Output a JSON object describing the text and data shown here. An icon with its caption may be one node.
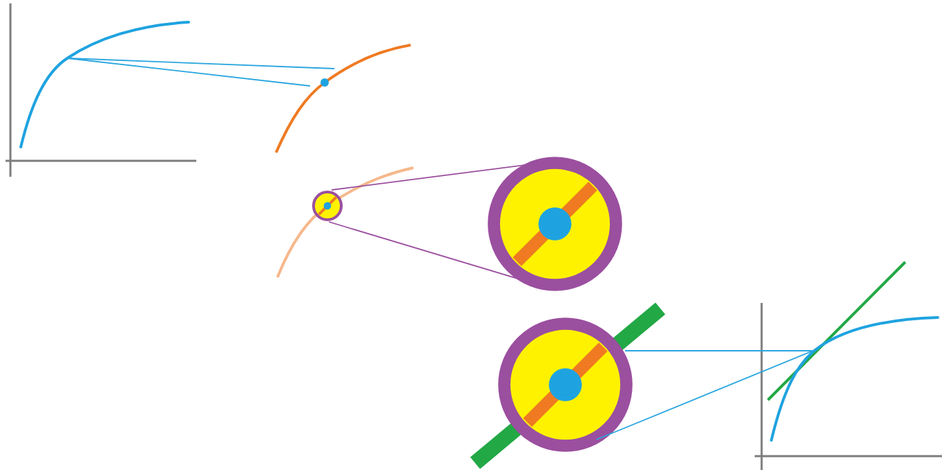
{
  "diagram": {
    "nodes": [
      {
        "text": [],
        "shape": "picture"
      },
      {
        "text": [],
        "shape": "curve"
      },
      {
        "text": [],
        "shape": "circle"
      },
      {
        "text": [],
        "shape": "circle"
      },
      {
        "text": [],
        "shape": "circle"
      },
      {
        "text": [],
        "shape": "picture"
      }
    ],
    "edges": [
      {
        "from": 0,
        "to": 1,
        "arrow": "none",
        "color": "#2aa6df"
      },
      {
        "from": 0,
        "to": 1,
        "arrow": "none",
        "color": "#2aa6df"
      },
      {
        "from": 2,
        "to": 3,
        "arrow": "none",
        "color": "#9b4f9f"
      },
      {
        "from": 2,
        "to": 3,
        "arrow": "none",
        "color": "#9b4f9f"
      },
      {
        "from": 4,
        "to": 5,
        "arrow": "none",
        "color": "#2aa6df"
      },
      {
        "from": 4,
        "to": 5,
        "arrow": "none",
        "color": "#2aa6df"
      }
    ]
  }
}
